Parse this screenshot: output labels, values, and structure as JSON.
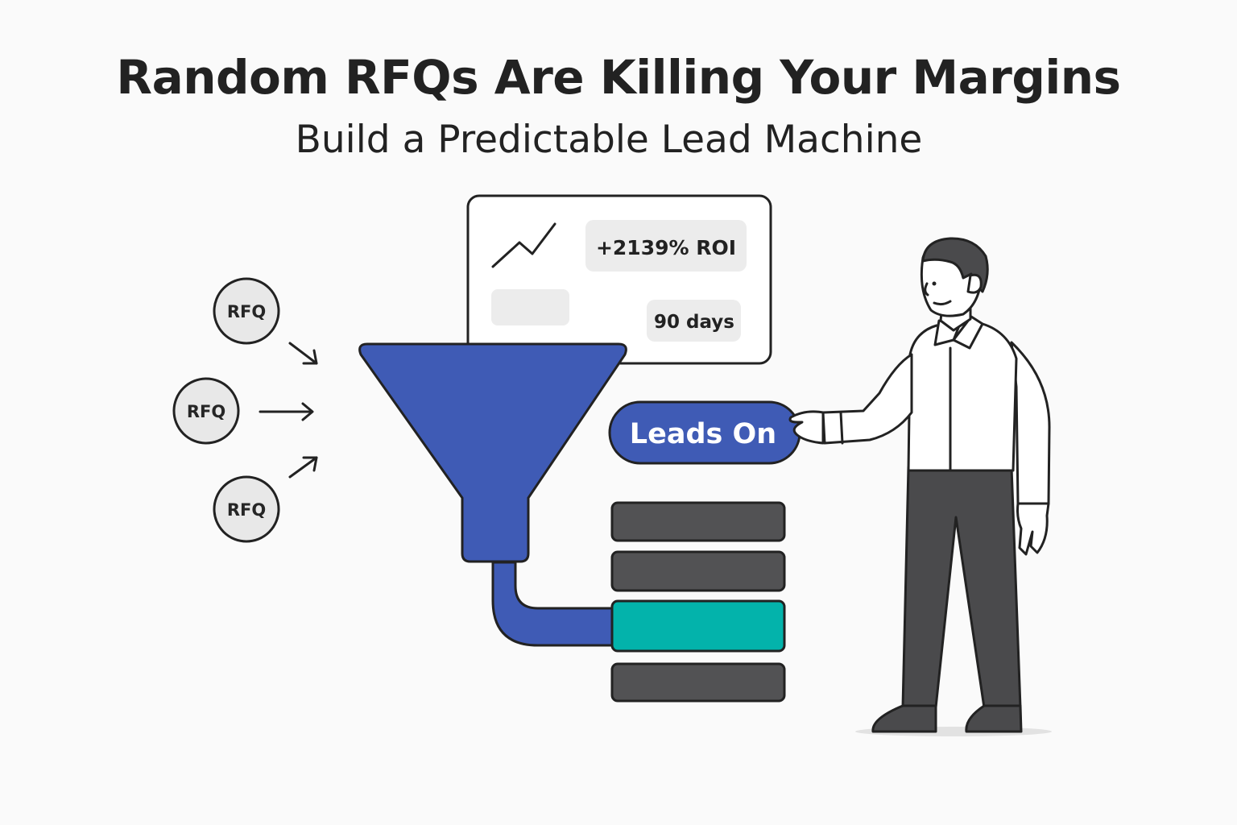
{
  "header": {
    "title": "Random RFQs Are Killing Your Margins",
    "subtitle": "Build a Predictable Lead Machine"
  },
  "rfq_bubbles": [
    {
      "label": "RFQ"
    },
    {
      "label": "RFQ"
    },
    {
      "label": "RFQ"
    }
  ],
  "stats_card": {
    "roi_label": "+2139% ROI",
    "duration_label": "90 days",
    "chart_icon": "trend-line-icon"
  },
  "toggle": {
    "label": "Leads On"
  },
  "colors": {
    "funnel": "#3f5bb5",
    "highlight_bar": "#03b3ab",
    "dark_bar": "#525254",
    "outline": "#222222",
    "bubble_fill": "#e8e8e8",
    "pants": "#4a4a4c"
  }
}
